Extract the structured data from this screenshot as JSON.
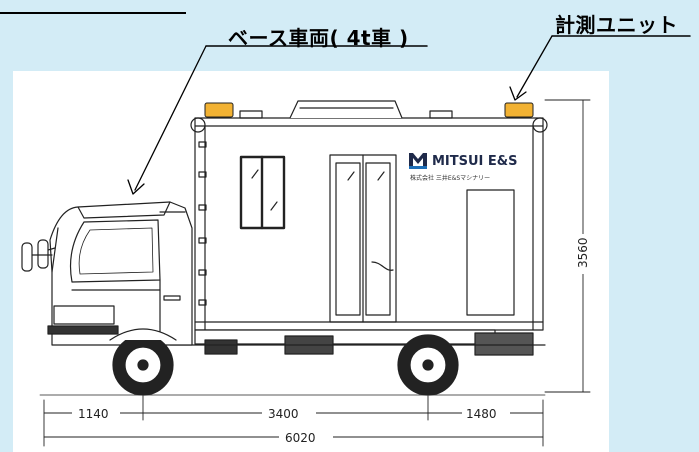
{
  "labels": {
    "base_vehicle": "ベース車両( 4t車 )",
    "measurement_unit": "計測ユニット"
  },
  "logo": {
    "brand": "MITSUI E&S",
    "sub": "株式会社 三井E&Sマシナリー"
  },
  "dimensions": {
    "front_overhang": "1140",
    "wheelbase": "3400",
    "rear_overhang": "1480",
    "overall_length": "6020",
    "overall_height": "3560"
  },
  "colors": {
    "background": "#d3ecf6",
    "drawing_bg": "#ffffff",
    "line": "#222222",
    "beacon": "#f2b233",
    "logo_accent": "#1e6fb8"
  }
}
